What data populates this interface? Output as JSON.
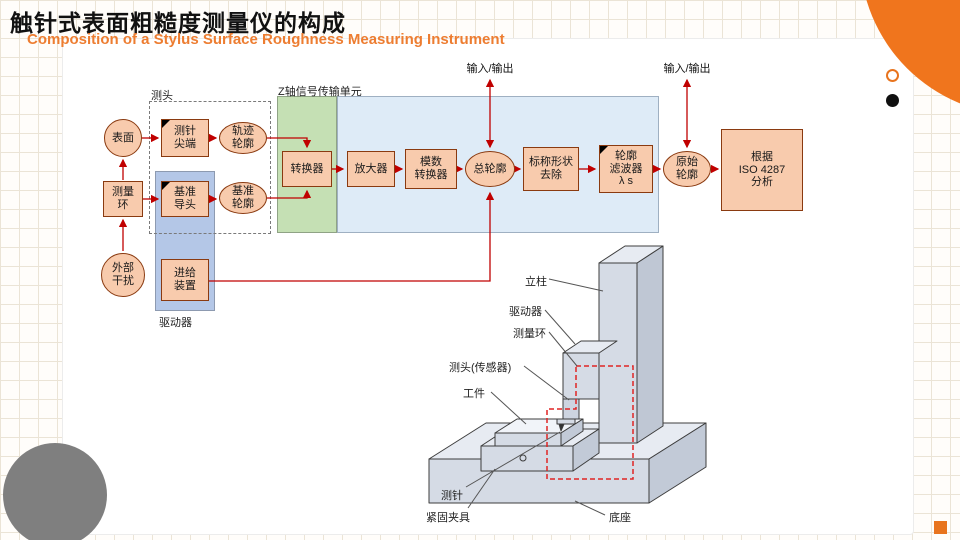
{
  "header": {
    "title_cn": "触针式表面粗糙度测量仪的构成",
    "title_en": "Composition of a Stylus Surface Roughness Measuring Instrument"
  },
  "flow": {
    "probe_group": "测头",
    "z_unit": "Z轴信号传输单元",
    "driver_group": "驱动器",
    "io_top_1": "输入/输出",
    "io_top_2": "输入/输出",
    "surface": "表面",
    "stylus_tip": [
      "测针",
      "尖端"
    ],
    "trace_profile": [
      "轨迹",
      "轮廓"
    ],
    "measuring_loop": [
      "测量",
      "环"
    ],
    "datum_guide": [
      "基准",
      "导头"
    ],
    "datum_profile": [
      "基准",
      "轮廓"
    ],
    "external_disturbance": [
      "外部",
      "干扰"
    ],
    "feed_device": [
      "进给",
      "装置"
    ],
    "converter": "转换器",
    "amplifier": "放大器",
    "ad_converter": [
      "模数",
      "转换器"
    ],
    "total_profile": "总轮廓",
    "nominal_removal": [
      "标称形状",
      "去除"
    ],
    "profile_filter": [
      "轮廓",
      "滤波器",
      "λ s"
    ],
    "primary_profile": [
      "原始",
      "轮廓"
    ],
    "iso_box": [
      "根据",
      "ISO 4287",
      "分析"
    ]
  },
  "machine": {
    "column": "立柱",
    "drive": "驱动器",
    "measuring_loop": "测量环",
    "probe": "测头(传感器)",
    "workpiece": "工件",
    "stylus": "测针",
    "fixture": "紧固夹具",
    "base": "底座"
  },
  "colors": {
    "accent_orange": "#ED7D31",
    "node_fill": "#F8CBAD",
    "node_border": "#8A3A10",
    "arrow_red": "#C00000",
    "green_group": "#C5E0B4",
    "blue_group": "#DEEBF7",
    "driver_group": "#B4C7E7",
    "machine_fill": "#D5DBE5",
    "loop_dash_red": "#E02424"
  }
}
